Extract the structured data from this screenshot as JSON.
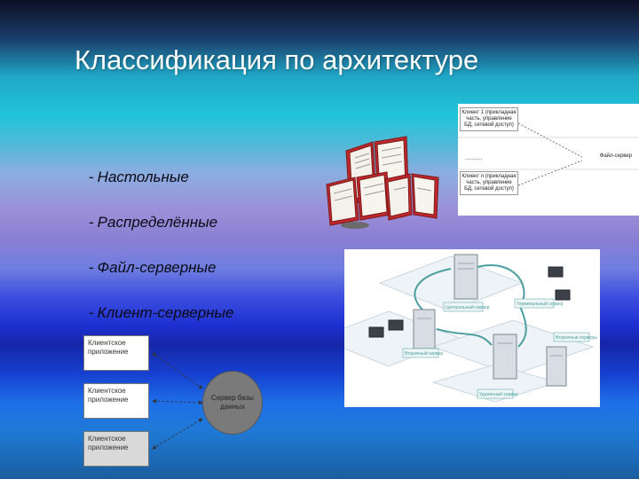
{
  "slide": {
    "title": "Классификация по архитектуре",
    "bullets": [
      "Настольные",
      "Распределённые",
      "Файл-серверные",
      "Клиент-серверные"
    ],
    "bullet_marker": "-"
  },
  "file_server_diagram": {
    "client_top": "Клиент 1 (прикладная часть, управление БД, сетевой доступ)",
    "dots": "..........",
    "client_bottom": "Клиент n (прикладная часть, управление БД, сетевой доступ)",
    "server": "Файл-сервер"
  },
  "client_server_diagram": {
    "client_boxes": [
      "Клиентское приложение",
      "Клиентское приложение",
      "Клиентское приложение"
    ],
    "server": "Сервер базы данных"
  },
  "network_illustration": {
    "labels": [
      "Центральный сервер",
      "Терминальный сервер",
      "Вторичные серверы",
      "Вторичный сервер",
      "Удалённый сервер"
    ]
  },
  "colors": {
    "title": "#ffffff",
    "bullet_text": "#0a0a14",
    "book_red": "#c0282c",
    "server_grey": "#7a7a7a"
  }
}
